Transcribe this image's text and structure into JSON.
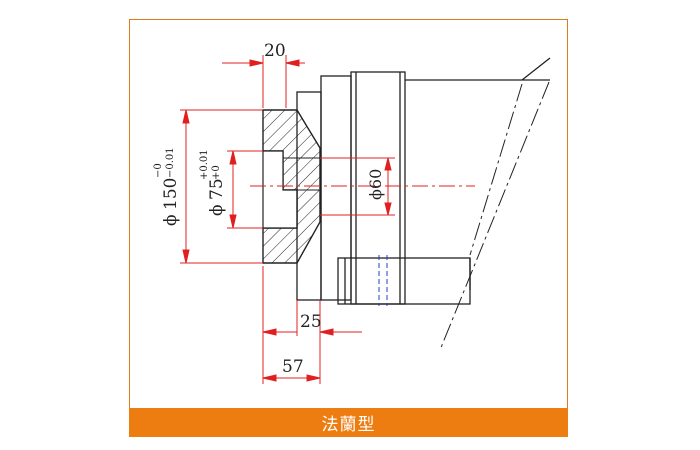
{
  "caption": "法蘭型",
  "colors": {
    "frame": "#e07a1a",
    "caption_bg": "#ee7d11",
    "dimension_red": "#e02020",
    "hidden_blue": "#2040d0",
    "outline": "#222222"
  },
  "dimensions": {
    "width_top": "20",
    "dia_150_symbol": "ϕ",
    "dia_150_value": "150",
    "dia_150_tol_upper": "−0",
    "dia_150_tol_lower": "−0.01",
    "dia_75_symbol": "ϕ",
    "dia_75_value": "75",
    "dia_75_tol_upper": "+0.01",
    "dia_75_tol_lower": "+0",
    "dia_60": "ϕ60",
    "length_25": "25",
    "length_57": "57"
  }
}
